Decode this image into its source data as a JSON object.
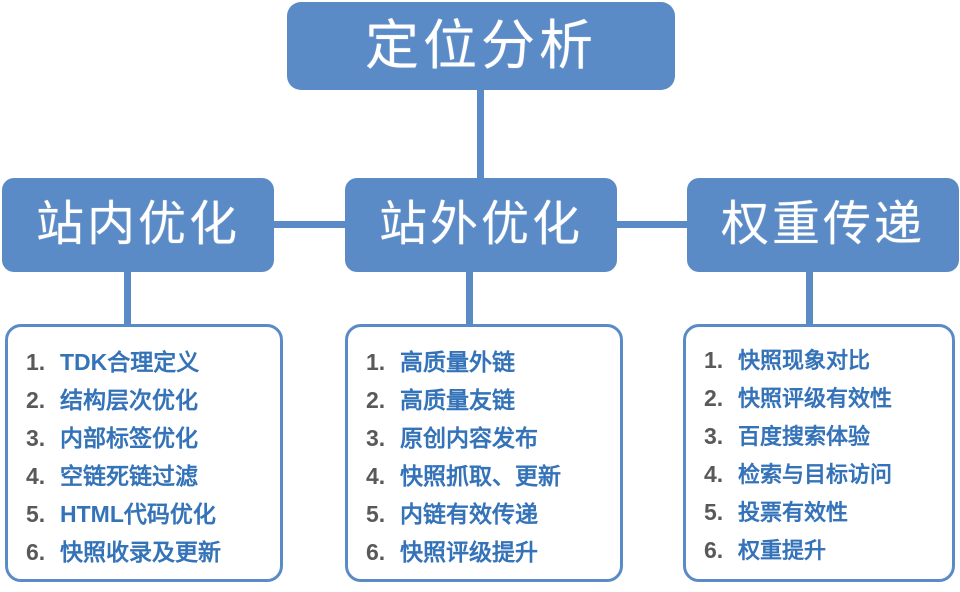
{
  "diagram": {
    "title": "定位分析",
    "colors": {
      "node_fill": "#5b8bc6",
      "node_text": "#ffffff",
      "panel_border": "#5b8bc6",
      "list_number": "#595959",
      "list_text": "#3573b9",
      "background": "#ffffff"
    },
    "root": {
      "label": "定位分析"
    },
    "branches": [
      {
        "id": "internal",
        "label": "站内优化",
        "items": [
          {
            "num": "1.",
            "text": "TDK合理定义"
          },
          {
            "num": "2.",
            "text": "结构层次优化"
          },
          {
            "num": "3.",
            "text": "内部标签优化"
          },
          {
            "num": "4.",
            "text": "空链死链过滤"
          },
          {
            "num": "5.",
            "text": "HTML代码优化"
          },
          {
            "num": "6.",
            "text": "快照收录及更新"
          }
        ]
      },
      {
        "id": "external",
        "label": "站外优化",
        "items": [
          {
            "num": "1.",
            "text": "高质量外链"
          },
          {
            "num": "2.",
            "text": "高质量友链"
          },
          {
            "num": "3.",
            "text": "原创内容发布"
          },
          {
            "num": "4.",
            "text": "快照抓取、更新"
          },
          {
            "num": "5.",
            "text": "内链有效传递"
          },
          {
            "num": "6.",
            "text": "快照评级提升"
          }
        ]
      },
      {
        "id": "weight",
        "label": "权重传递",
        "items": [
          {
            "num": "1.",
            "text": "快照现象对比"
          },
          {
            "num": "2.",
            "text": "快照评级有效性"
          },
          {
            "num": "3.",
            "text": "百度搜索体验"
          },
          {
            "num": "4.",
            "text": "检索与目标访问"
          },
          {
            "num": "5.",
            "text": "投票有效性"
          },
          {
            "num": "6.",
            "text": "权重提升"
          }
        ]
      }
    ]
  }
}
